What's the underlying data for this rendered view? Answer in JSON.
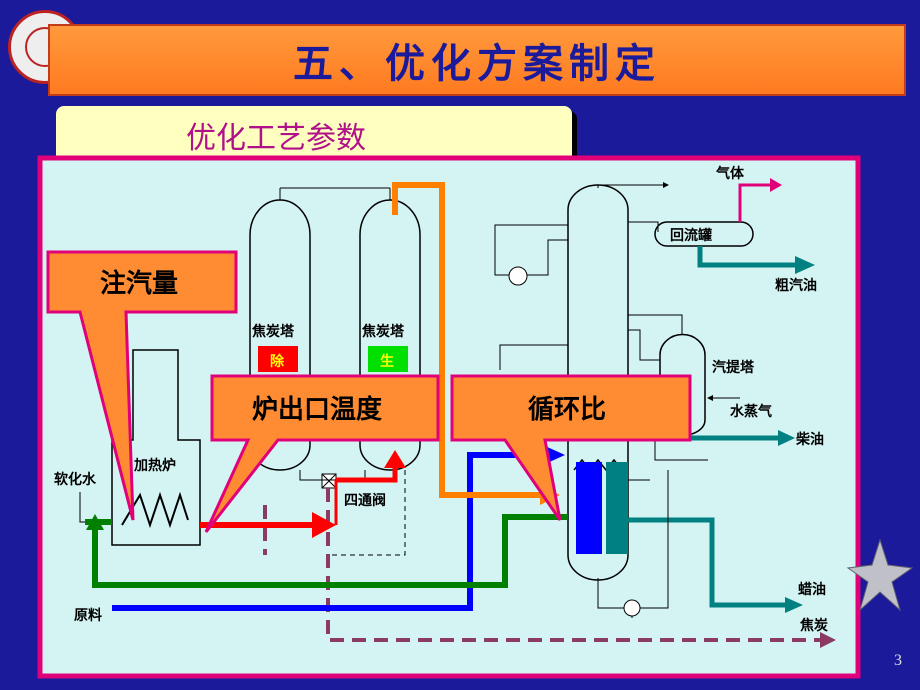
{
  "slide": {
    "title": "五、优化方案制定",
    "subtitle": "优化工艺参数",
    "page_number": "3"
  },
  "diagram": {
    "towers": {
      "coke_tower_1": "焦炭塔",
      "coke_tower_2": "焦炭塔",
      "badge_remove": "除",
      "badge_produce": "生",
      "stripper": "汽提塔",
      "reflux_drum": "回流罐"
    },
    "equipment": {
      "furnace": "加热炉",
      "four_way_valve": "四通阀"
    },
    "streams": {
      "soft_water": "软化水",
      "feed": "原料",
      "gas": "气体",
      "crude_gasoline": "粗汽油",
      "steam": "水蒸气",
      "diesel": "柴油",
      "wax_oil": "蜡油",
      "coke": "焦炭"
    },
    "callouts": {
      "steam_injection": "注汽量",
      "furnace_outlet_temp": "炉出口温度",
      "recycle_ratio": "循环比"
    },
    "colors": {
      "panel_bg": "#d4f3f3",
      "panel_border": "#e0007a",
      "callout_fill": "#ff8c33",
      "red_stream": "#ff0000",
      "green_stream": "#008000",
      "blue_stream": "#0000ff",
      "teal_stream": "#008080",
      "orange_stream": "#ff8000"
    }
  }
}
